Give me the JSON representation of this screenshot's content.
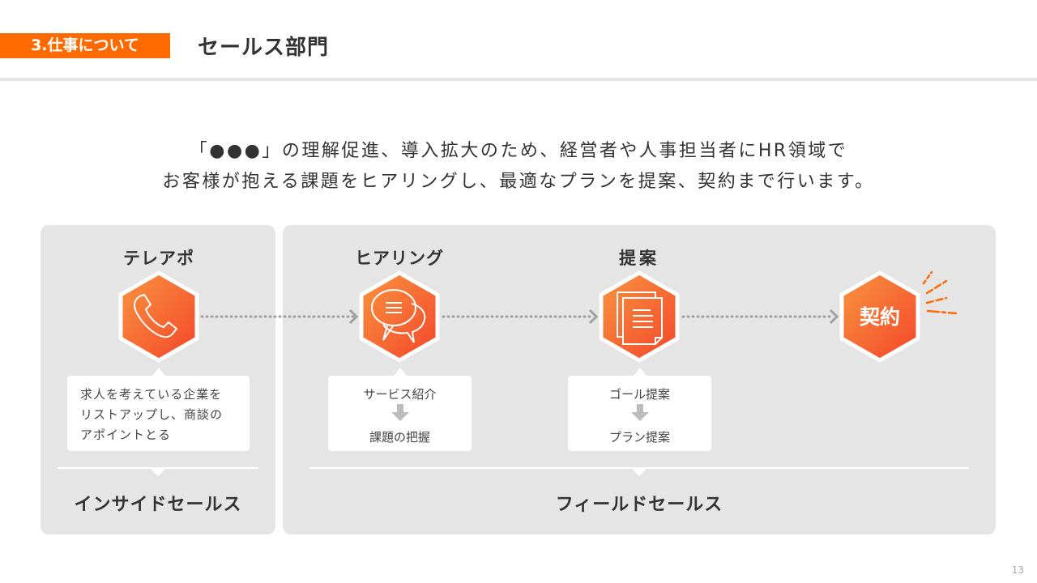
{
  "header": {
    "section_tag": "3.仕事について",
    "title": "セールス部門"
  },
  "lead": {
    "line1": "「●●●」の理解促進、導入拡大のため、経営者や人事担当者にHR領域で",
    "line2": "お客様が抱える課題をヒアリングし、最適なプランを提案、契約まで行います。"
  },
  "steps": [
    {
      "label": "テレアポ",
      "icon": "phone-icon",
      "desc": [
        "求人を考えている企業を",
        "リストアップし、商談の",
        "アポイントとる"
      ]
    },
    {
      "label": "ヒアリング",
      "icon": "speech-bubbles-icon",
      "flow": [
        "サービス紹介",
        "課題の把握"
      ]
    },
    {
      "label": "提案",
      "icon": "documents-icon",
      "flow": [
        "ゴール提案",
        "プラン提案"
      ]
    },
    {
      "label": "契約"
    }
  ],
  "sections": {
    "inside": "インサイドセールス",
    "field": "フィールドセールス"
  },
  "page_number": "13",
  "colors": {
    "accent": "#ff6a00",
    "grad_start": "#f8953f",
    "grad_end": "#f4502a",
    "panel": "#e5e5e5"
  }
}
